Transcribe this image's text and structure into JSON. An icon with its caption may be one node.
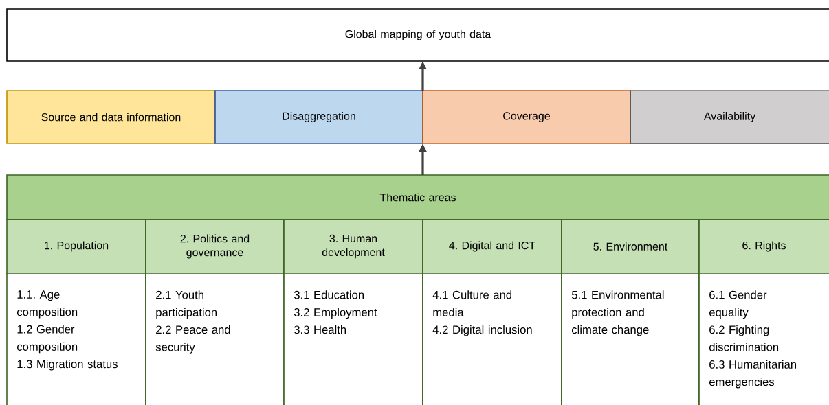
{
  "diagram": {
    "nodes": [
      {
        "text": [
          "Global mapping of youth data"
        ]
      },
      {
        "text": [
          "Source and data information"
        ]
      },
      {
        "text": [
          "Disaggregation"
        ]
      },
      {
        "text": [
          "Coverage"
        ]
      },
      {
        "text": [
          "Availability"
        ]
      },
      {
        "text": [
          "Thematic areas"
        ]
      },
      {
        "text": [
          "1. Population"
        ]
      },
      {
        "text": [
          "2. Politics and governance"
        ]
      },
      {
        "text": [
          "3. Human development"
        ]
      },
      {
        "text": [
          "4. Digital and ICT"
        ]
      },
      {
        "text": [
          "5. Environment"
        ]
      },
      {
        "text": [
          "6. Rights"
        ]
      },
      {
        "text": [
          "1.1. Age composition",
          "1.2 Gender composition",
          "1.3 Migration status"
        ]
      },
      {
        "text": [
          "2.1 Youth participation",
          "2.2 Peace and security"
        ]
      },
      {
        "text": [
          "3.1 Education",
          "3.2 Employment",
          "3.3 Health"
        ]
      },
      {
        "text": [
          "4.1 Culture and media",
          "4.2 Digital inclusion"
        ]
      },
      {
        "text": [
          "5.1 Environmental protection and climate change"
        ]
      },
      {
        "text": [
          "6.1 Gender equality",
          "6.2 Fighting discrimination",
          "6.3 Humanitarian emergencies"
        ]
      }
    ],
    "edges": [
      {
        "from": 5,
        "to": 2,
        "arrow": "to"
      },
      {
        "from": 2,
        "to": 0,
        "arrow": "to"
      }
    ]
  }
}
